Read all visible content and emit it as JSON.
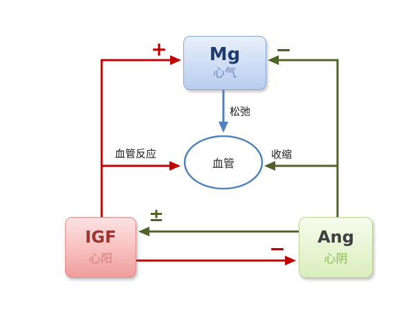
{
  "diagram": {
    "type": "flow-diagram",
    "background": "#ffffff",
    "nodes": {
      "mg": {
        "title": "Mg",
        "subtitle": "心气",
        "fill_top": "#e9effa",
        "fill_bottom": "#b9cdf0",
        "border": "#8ba7d4",
        "title_color": "#1f3b6d",
        "subtitle_color": "#6b87c2"
      },
      "igf": {
        "title": "IGF",
        "subtitle": "心阳",
        "fill_top": "#fce1e1",
        "fill_bottom": "#f09d9b",
        "border": "#db8b89",
        "title_color": "#9c3532",
        "subtitle_color": "#d3817e"
      },
      "ang": {
        "title": "Ang",
        "subtitle": "心阴",
        "fill_top": "#f6fcee",
        "fill_bottom": "#daeebd",
        "border": "#bed395",
        "title_color": "#3f3f3f",
        "subtitle_color": "#8cba52"
      },
      "vessel": {
        "label": "血管",
        "border": "#4f81bd",
        "fill": "#ffffff"
      }
    },
    "edges": {
      "igf_mg": {
        "from": "IGF",
        "to": "Mg",
        "sign": "+",
        "color": "#c00000"
      },
      "ang_mg": {
        "from": "Ang",
        "to": "Mg",
        "sign": "−",
        "color": "#4f6228"
      },
      "mg_vessel": {
        "from": "Mg",
        "to": "血管",
        "label": "松弛",
        "color": "#4f81bd"
      },
      "igf_vessel": {
        "from": "IGF",
        "to": "血管",
        "label": "血管反应",
        "color": "#c00000"
      },
      "ang_vessel": {
        "from": "Ang",
        "to": "血管",
        "label": "收缩",
        "color": "#4f6228"
      },
      "ang_igf": {
        "from": "Ang",
        "to": "IGF",
        "sign": "±",
        "color": "#4f6228"
      },
      "igf_ang": {
        "from": "IGF",
        "to": "Ang",
        "sign": "−",
        "color": "#c00000"
      }
    }
  }
}
